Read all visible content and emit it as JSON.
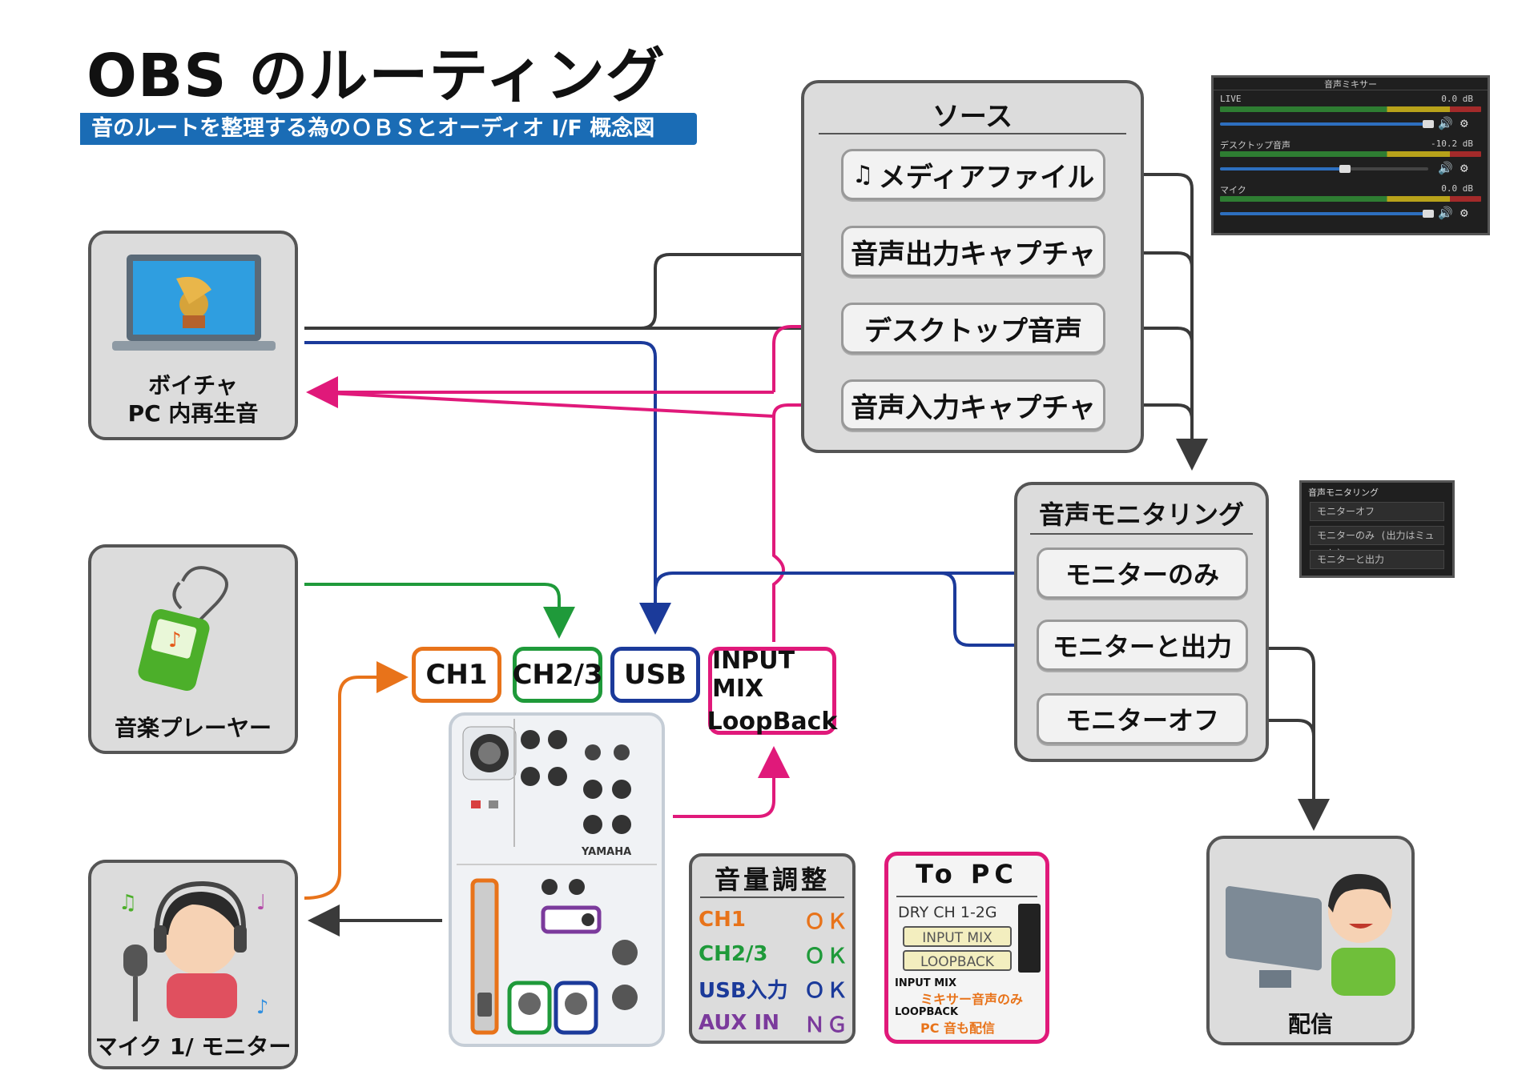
{
  "title": "OBS のルーティング",
  "subtitle": "音のルートを整理する為のＯＢＳとオーディオ I/F 概念図",
  "source_box": {
    "header": "ソース",
    "items": [
      "メディアファイル",
      "音声出力キャプチャ",
      "デスクトップ音声",
      "音声入力キャプチャ"
    ]
  },
  "monitor_box": {
    "header": "音声モニタリング",
    "items": [
      "モニターのみ",
      "モニターと出力",
      "モニターオフ"
    ]
  },
  "nodes": {
    "pc": "ボイチャ\nPC 内再生音",
    "music": "音楽プレーヤー",
    "mic": "マイク 1/ モニター",
    "stream": "配信"
  },
  "ports": {
    "ch1": "CH1",
    "ch23": "CH2/3",
    "usb": "USB",
    "inputmix": "INPUT MIX",
    "loopback": "LoopBack"
  },
  "volume_box": {
    "title": "音量調整",
    "rows": [
      {
        "label": "CH1",
        "status": "ＯＫ",
        "color": "#e8731a"
      },
      {
        "label": "CH2/3",
        "status": "ＯＫ",
        "color": "#1f9a3a"
      },
      {
        "label": "USB入力",
        "status": "ＯＫ",
        "color": "#1b3a9a"
      },
      {
        "label": "AUX IN",
        "status": "ＮＧ",
        "color": "#7b3a9c"
      }
    ]
  },
  "topc_box": {
    "title": "To PC",
    "switch_label": "DRY CH 1-2G",
    "opt1": "INPUT MIX",
    "opt2": "LOOPBACK",
    "note1_key": "INPUT MIX",
    "note1_val": "ミキサー音声のみ",
    "note2_key": "LOOPBACK",
    "note2_val": "PC 音も配信"
  },
  "obs_mixer": {
    "title": "音声ミキサー",
    "channels": [
      {
        "name": "LIVE",
        "db": "0.0 dB",
        "level": 1.0
      },
      {
        "name": "デスクトップ音声",
        "db": "-10.2 dB",
        "level": 0.6
      },
      {
        "name": "マイク",
        "db": "0.0 dB",
        "level": 1.0
      }
    ]
  },
  "obs_monitor": {
    "title": "音声モニタリング",
    "options": [
      "モニターオフ",
      "モニターのみ (出力はミュート)",
      "モニターと出力"
    ]
  },
  "colors": {
    "orange": "#e8731a",
    "green": "#1f9a3a",
    "blue": "#1b3a9a",
    "pink": "#e0197a",
    "dark": "#3a3a3a",
    "purple": "#7b3a9c"
  }
}
